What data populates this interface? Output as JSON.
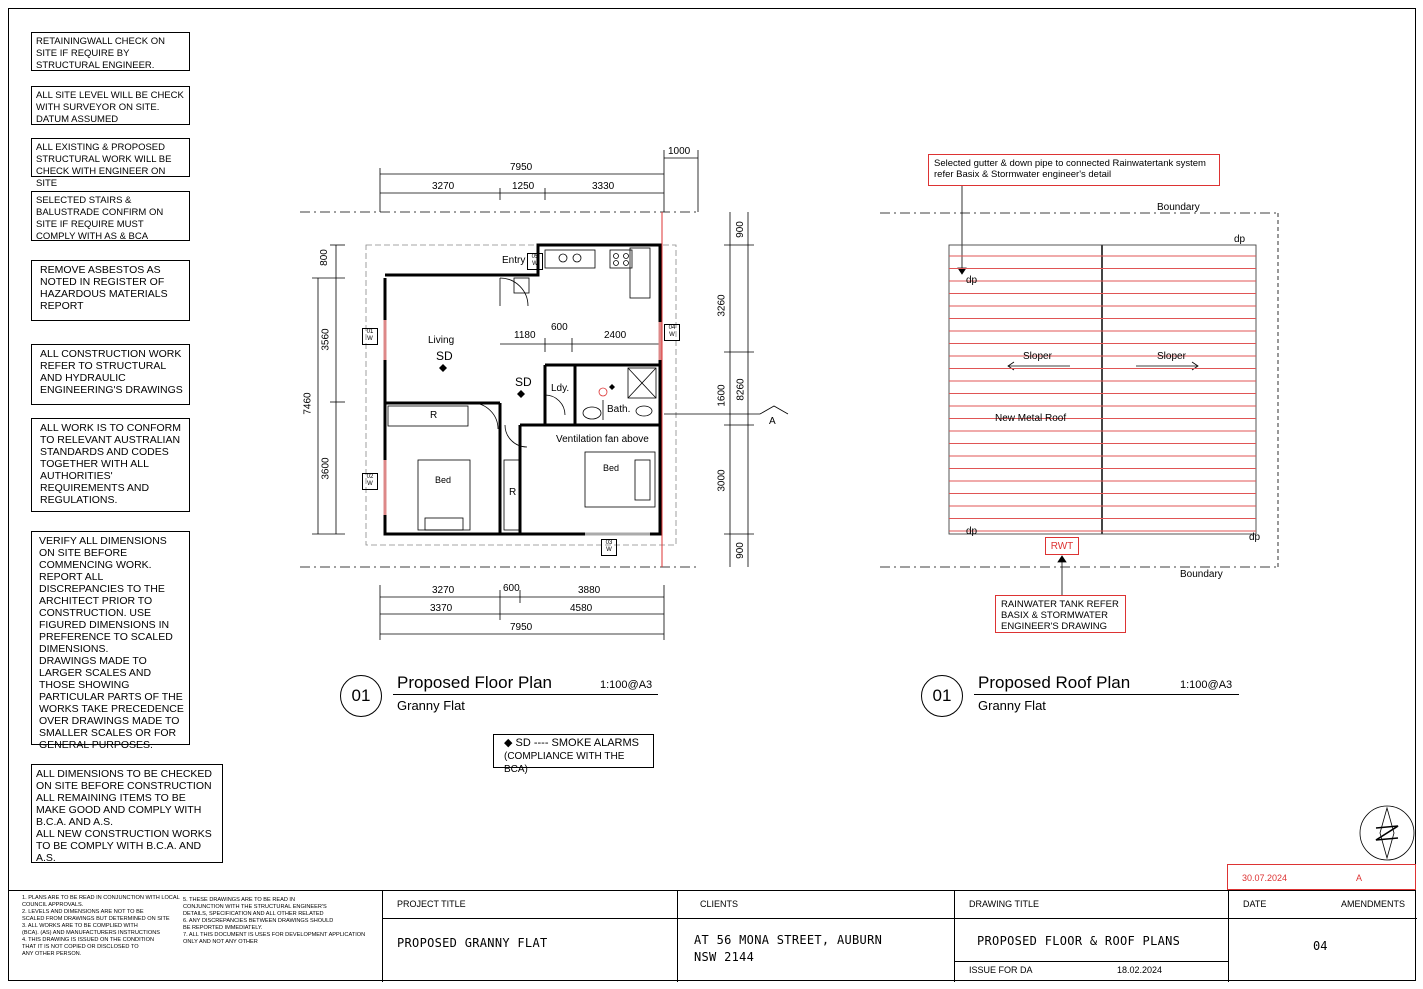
{
  "notes": [
    "RETAININGWALL CHECK ON SITE IF REQUIRE BY STRUCTURAL ENGINEER.",
    "ALL SITE LEVEL WILL BE CHECK WITH SURVEYOR ON SITE. DATUM ASSUMED",
    "ALL EXISTING & PROPOSED STRUCTURAL WORK WILL BE CHECK WITH ENGINEER ON SITE",
    "SELECTED STAIRS & BALUSTRADE CONFIRM ON SITE IF REQUIRE MUST  COMPLY WITH AS & BCA",
    "REMOVE ASBESTOS AS NOTED IN REGISTER OF HAZARDOUS MATERIALS REPORT",
    "ALL CONSTRUCTION WORK REFER TO STRUCTURAL AND HYDRAULIC ENGINEERING'S DRAWINGS",
    "ALL WORK IS TO CONFORM TO RELEVANT AUSTRALIAN STANDARDS AND CODES TOGETHER WITH ALL AUTHORITIES' REQUIREMENTS AND REGULATIONS.",
    "VERIFY ALL DIMENSIONS ON SITE BEFORE COMMENCING WORK.  REPORT ALL DISCREPANCIES TO THE ARCHITECT PRIOR TO CONSTRUCTION.  USE FIGURED DIMENSIONS IN PREFERENCE TO SCALED DIMENSIONS.\nDRAWINGS MADE TO LARGER SCALES AND THOSE SHOWING PARTICULAR PARTS OF THE WORKS TAKE PRECEDENCE OVER DRAWINGS MADE TO SMALLER SCALES OR FOR GENERAL PURPOSES.",
    "ALL DIMENSIONS TO BE CHECKED ON SITE BEFORE CONSTRUCTION\nALL REMAINING ITEMS TO BE MAKE GOOD AND COMPLY WITH B.C.A. AND A.S.\nALL NEW CONSTRUCTION WORKS TO BE COMPLY WITH B.C.A. AND A.S."
  ],
  "floor_plan": {
    "number": "01",
    "title": "Proposed Floor Plan",
    "scale": "1:100@A3",
    "subtitle": "Granny Flat",
    "dims_top": {
      "overall": "7950",
      "a": "3270",
      "b": "1250",
      "c": "3330",
      "ext": "1000"
    },
    "dims_bottom": {
      "a1": "3270",
      "a2": "600",
      "a3": "3880",
      "b1": "3370",
      "b2": "4580",
      "overall": "7950"
    },
    "dims_left": {
      "top": "800",
      "a": "3560",
      "b": "3600",
      "overall": "7460"
    },
    "dims_right": {
      "top": "900",
      "a": "3260",
      "b": "1600",
      "c": "3000",
      "bottom": "900",
      "overall": "8260"
    },
    "dims_internal": {
      "a": "1180",
      "b": "600",
      "c": "2400"
    },
    "rooms": {
      "entry": "Entry",
      "living": "Living",
      "sd1": "SD",
      "sd2": "SD",
      "ldy": "Ldy.",
      "bath": "Bath.",
      "vent": "Ventilation fan above",
      "r1": "R",
      "r2": "R",
      "bed1": "Bed",
      "bed2": "Bed"
    },
    "windows": {
      "w01": "01",
      "w02": "02",
      "w03": "03",
      "w04": "04",
      "w05": "05",
      "w": "W"
    },
    "section": "A"
  },
  "roof_plan": {
    "number": "01",
    "title": "Proposed Roof Plan",
    "scale": "1:100@A3",
    "subtitle": "Granny Flat",
    "boundary_top": "Boundary",
    "boundary_bottom": "Boundary",
    "gutter_note": "Selected gutter & down pipe to connected Rainwatertank system\nrefer Basix & Stormwater engineer's detail",
    "slope_left": "Sloper",
    "slope_right": "Sloper",
    "roof_label": "New  Metal Roof",
    "dp": "dp",
    "rwt": "RWT",
    "tank_note": "RAINWATER TANK REFER\nBASIX & STORMWATER\nENGINEER'S DRAWING"
  },
  "legend": {
    "line1": "SD ---- SMOKE  ALARMS",
    "line2": "(COMPLIANCE WITH THE BCA)"
  },
  "revision": {
    "date": "30.07.2024",
    "rev": "A"
  },
  "general_notes_left": "1. PLANS ARE TO BE READ IN CONJUNCTION WITH LOCAL\n    COUNCIL APPROVALS.\n2. LEVELS AND DIMENSIONS ARE NOT TO BE\n    SCALED FROM DRAWINGS BUT DETERMINED ON SITE\n3. ALL WORKS ARE TO BE COMPLIED WITH\n    (BCA). (AS) AND MANUFACTURERS INSTRUCTIONS\n4. THIS DRAWING IS ISSUED ON THE CONDITION\n    THAT IT IS NOT COPIED OR DISCLOSED TO\n    ANY OTHER PERSON.",
  "general_notes_right": "5. THESE DRAWINGS ARE TO BE READ IN\n    CONJUNCTION WITH THE STRUCTURAL ENGINEER'S\n    DETAILS, SPECIFICATION AND ALL OTHER RELATED\n6. ANY DISCREPANCIES BETWEEN DRAWINGS SHOULD\n    BE REPORTED IMMEDIATELY.\n7. ALL THIS DOCUMENT IS USES FOR DEVELOPMENT APPLICATION\n    ONLY AND NOT ANY OTHER",
  "title_block": {
    "project_head": "PROJECT TITLE",
    "project": "PROPOSED GRANNY FLAT",
    "clients_head": "CLIENTS",
    "client_line1": "AT 56 MONA STREET, AUBURN",
    "client_line2": "NSW 2144",
    "drawing_head": "DRAWING TITLE",
    "drawing": "PROPOSED FLOOR & ROOF PLANS",
    "issue": "ISSUE FOR  DA",
    "issue_date": "18.02.2024",
    "date_head": "DATE",
    "amend_head": "AMENDMENTS",
    "sheet": "04"
  }
}
